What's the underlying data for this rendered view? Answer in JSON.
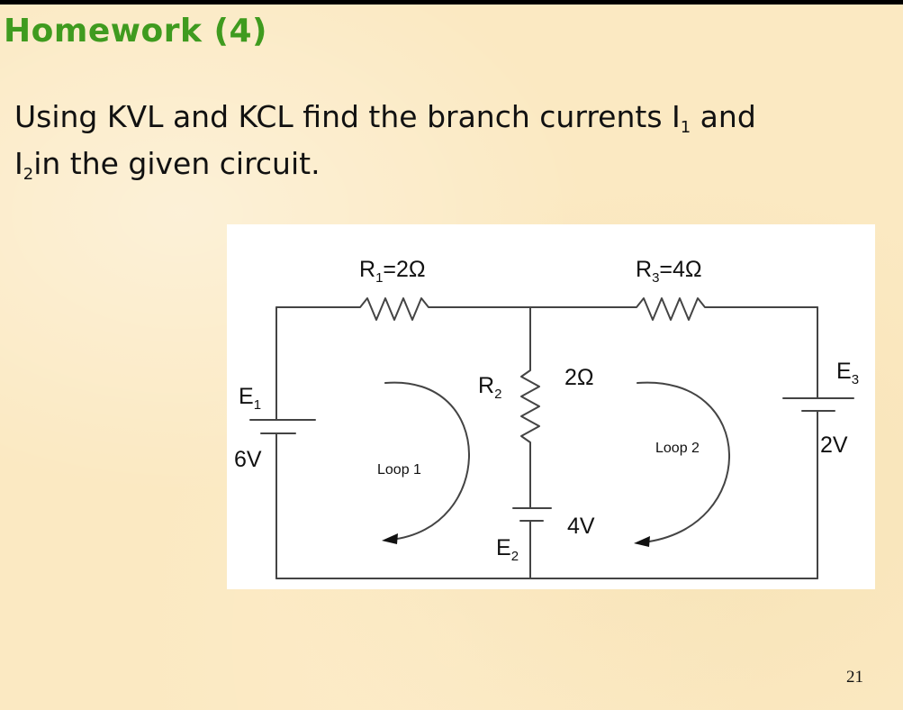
{
  "slide": {
    "title": "Homework (4)",
    "problem": {
      "line1_before": "Using KVL and KCL find the branch currents I",
      "line1_sub": "1",
      "line1_after": " and",
      "line2_before": "I",
      "line2_sub": "2",
      "line2_after": "in the given circuit."
    },
    "page_number": "21"
  },
  "circuit": {
    "r1": {
      "name": "R",
      "sub": "1",
      "value": "=2Ω"
    },
    "r2": {
      "name": "R",
      "sub": "2",
      "value": "2Ω"
    },
    "r3": {
      "name": "R",
      "sub": "3",
      "value": "=4Ω"
    },
    "e1": {
      "name": "E",
      "sub": "1",
      "value": "6V"
    },
    "e2": {
      "name": "E",
      "sub": "2",
      "value": "4V"
    },
    "e3": {
      "name": "E",
      "sub": "3",
      "value": "2V"
    },
    "loop1_label": "Loop 1",
    "loop2_label": "Loop 2"
  }
}
